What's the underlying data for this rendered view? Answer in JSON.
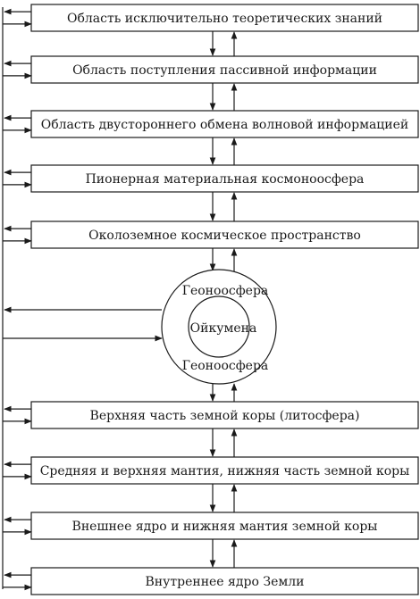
{
  "levels": [
    {
      "label": "Область исключительно теоретических знаний"
    },
    {
      "label": "Область поступления пассивной информации"
    },
    {
      "label": "Область двустороннего обмена волновой информацией"
    },
    {
      "label": "Пионерная материальная космоноосфера"
    },
    {
      "label": "Околоземное космическое пространство"
    },
    {
      "label": "Верхняя часть земной коры (литосфера)"
    },
    {
      "label": "Средняя и верхняя мантия, нижняя часть земной коры"
    },
    {
      "label": "Внешнее ядро и нижняя мантия земной коры"
    },
    {
      "label": "Внутреннее ядро Земли"
    }
  ],
  "center": {
    "outer_top_label": "Геоноосфера",
    "outer_bottom_label": "Геоноосфера",
    "inner_label": "Ойкумена"
  },
  "colors": {
    "line": "#1a1a1a",
    "background": "#ffffff"
  }
}
